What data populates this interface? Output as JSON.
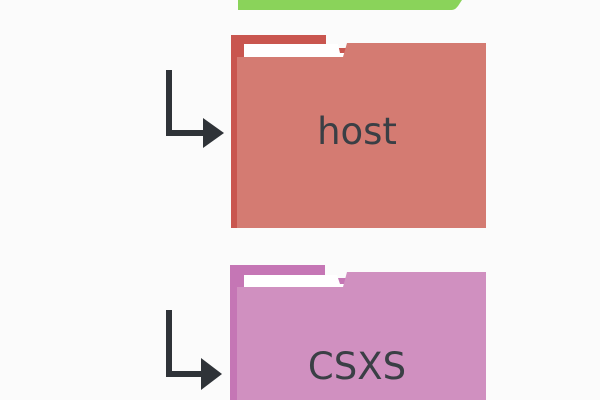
{
  "folders": [
    {
      "id": "top",
      "label": "",
      "color": "#8ad35a",
      "tab_color": "#7bc84b"
    },
    {
      "id": "host",
      "label": "host",
      "color": "#d47b72",
      "tab_color": "#c9564f",
      "inner_tab_color": "#ffffff"
    },
    {
      "id": "csxs",
      "label": "CSXS",
      "color": "#d090c0",
      "tab_color": "#c576b5",
      "inner_tab_color": "#ffffff"
    }
  ],
  "connectors": [
    {
      "id": "host-arrow",
      "color": "#2f3338",
      "icon": "elbow-arrow"
    },
    {
      "id": "csxs-arrow",
      "color": "#2f3338",
      "icon": "elbow-arrow"
    }
  ]
}
